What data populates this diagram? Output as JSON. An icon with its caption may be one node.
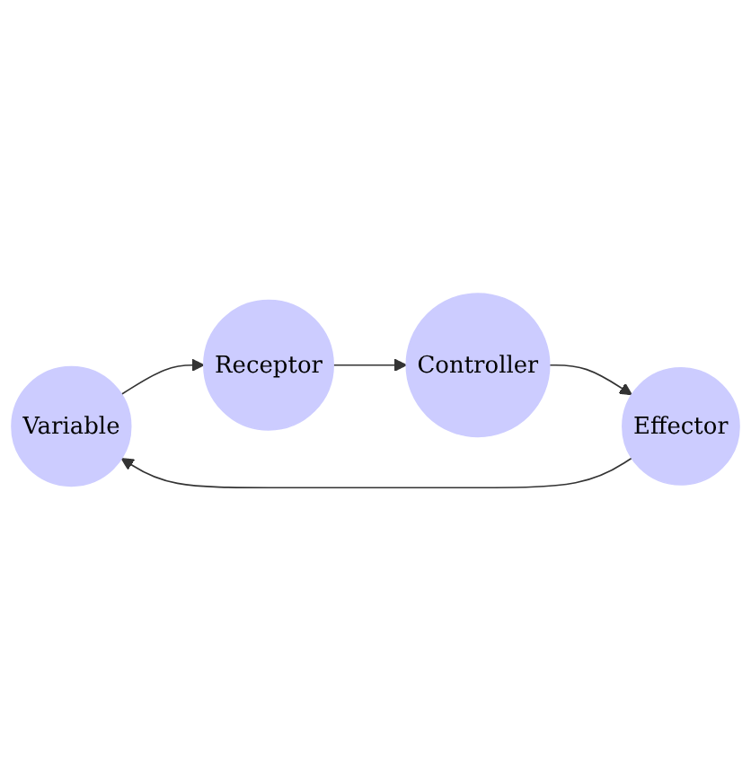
{
  "diagram": {
    "nodes": [
      {
        "text": [
          "Variable"
        ]
      },
      {
        "text": [
          "Receptor"
        ]
      },
      {
        "text": [
          "Controller"
        ]
      },
      {
        "text": [
          "Effector"
        ]
      }
    ],
    "edges": [
      {
        "from": 0,
        "to": 1,
        "arrow": "to"
      },
      {
        "from": 1,
        "to": 2,
        "arrow": "to"
      },
      {
        "from": 2,
        "to": 3,
        "arrow": "to"
      },
      {
        "from": 3,
        "to": 0,
        "arrow": "to"
      }
    ]
  }
}
